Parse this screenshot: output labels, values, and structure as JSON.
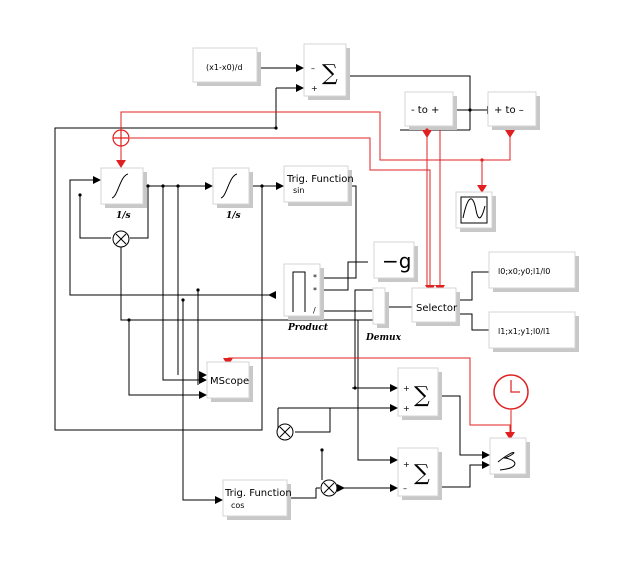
{
  "blocks": {
    "expr": "(x1-x0)/d",
    "sum_top_minus": "–",
    "sum_top_plus": "+",
    "neg_to_pos": "- to +",
    "pos_to_neg": "+ to –",
    "integrator1_caption": "1/s",
    "integrator2_caption": "1/s",
    "trig_sin_title": "Trig. Function",
    "trig_sin_func": "sin",
    "const_g": "−g",
    "product_caption": "Product",
    "product_in1": "*",
    "product_in2": "*",
    "product_in3": "/",
    "demux_caption": "Demux",
    "selector": "Selector",
    "const_a": "l0;x0;y0;l1/l0",
    "const_b": "l1;x1;y1;l0/l1",
    "mscope": "MScope",
    "sum_mid_plus1": "+",
    "sum_mid_plus2": "+",
    "sum_low_plus": "+",
    "sum_low_minus": "–",
    "trig_cos_title": "Trig. Function",
    "trig_cos_func": "cos"
  },
  "colors": {
    "event_link": "#e02020",
    "regular_link": "#000000",
    "block_border": "#d4d4d4"
  },
  "icons": [
    "integrator-icon",
    "sum-icon",
    "product-icon",
    "multiply-icon",
    "scope-icon",
    "clock-icon",
    "xy-scope-icon",
    "event-sum-icon"
  ]
}
